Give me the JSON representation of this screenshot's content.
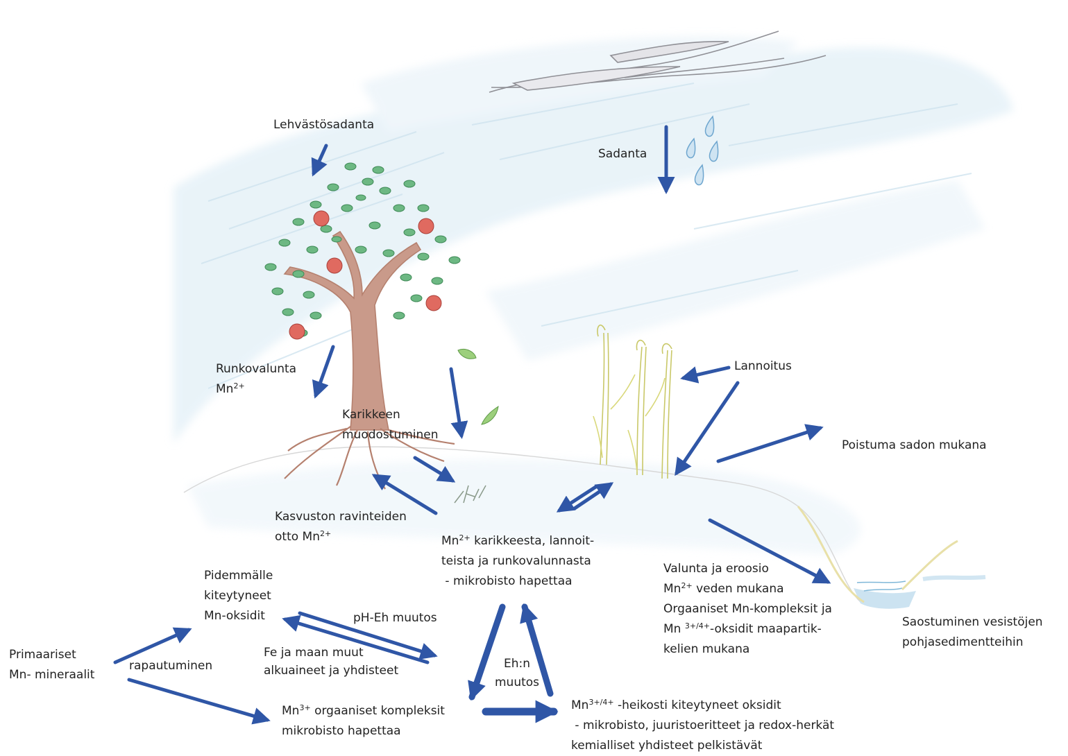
{
  "labels": {
    "foliage_rain": "Lehvästösadanta",
    "precipitation": "Sadanta",
    "fertilization": "Lannoitus",
    "stemflow": "Runkovalunta",
    "stemflow_ion": "Mn",
    "stemflow_ion_charge": "2+",
    "litter_formation": "Karikkeen\nmuodostuminen",
    "harvest_removal": "Poistuma sadon mukana",
    "plant_uptake": "Kasvuston ravinteiden\notto Mn",
    "plant_uptake_charge": "2+",
    "mn_pool_ion": "Mn",
    "mn_pool_charge": "2+",
    "mn_pool_text": " karikkeesta, lannoit-\nteista ja runkovalunnasta\n - mikrobisto hapettaa",
    "crystalline_oxides": "Pidemmälle\nkiteytyneet\nMn-oksidit",
    "ph_eh_change": "pH-Eh muutos",
    "fe_elements": "Fe ja maan muut\nalkuaineet ja yhdisteet",
    "primary_minerals": "Primaariset\nMn- mineraalit",
    "weathering": "rapautuminen",
    "eh_change": "Eh:n\nmuutos",
    "organic_complex_ion": "Mn",
    "organic_complex_charge": "3+",
    "organic_complex_text": " orgaaniset kompleksit\nmikrobisto hapettaa",
    "weak_oxides_ion": "Mn",
    "weak_oxides_charge": "3+/4+",
    "weak_oxides_text": " -heikosti kiteytyneet oksidit\n - mikrobisto, juuristoeritteet ja redox-herkät\nkemialliset yhdisteet pelkistävät",
    "runoff_line1": "Valunta ja eroosio",
    "runoff_ion": "Mn",
    "runoff_charge": "2+",
    "runoff_line2_rest": " veden mukana",
    "runoff_line3": "Orgaaniset Mn-kompleksit ja",
    "runoff_line4_ion": "Mn ",
    "runoff_line4_charge": "3+/4+",
    "runoff_line4_rest": "-oksidit maapartik-\nkelien mukana",
    "sedimentation": "Saostuminen vesistöjen\npohjasedimentteihin"
  },
  "colors": {
    "arrow": "#2f56a6",
    "sky_wash": "#d8eaf4",
    "water_wash": "#c7e0ef",
    "trunk": "#b5806e",
    "leaf": "#55a06a",
    "apple": "#d5564e",
    "grass": "#d9d87a",
    "cloud": "#8f8f95",
    "drop": "#6ea6cf"
  }
}
